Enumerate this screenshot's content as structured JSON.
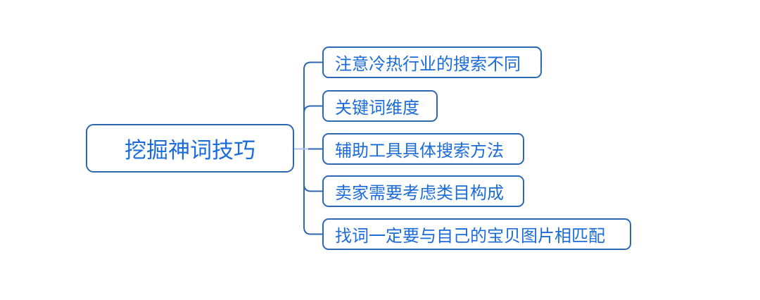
{
  "diagram": {
    "type": "mindmap",
    "root": {
      "label": "挖掘神词技巧"
    },
    "children": [
      {
        "label": "注意冷热行业的搜索不同"
      },
      {
        "label": "关键词维度"
      },
      {
        "label": "辅助工具具体搜索方法"
      },
      {
        "label": "卖家需要考虑类目构成"
      },
      {
        "label": "找词一定要与自己的宝贝图片相匹配"
      }
    ]
  },
  "colors": {
    "background": "#FFFFFF",
    "node_border": "#2F67B0",
    "node_text": "#1B6CD9",
    "connector": "#2E66B0",
    "connector_light": "#A8C3E5"
  }
}
